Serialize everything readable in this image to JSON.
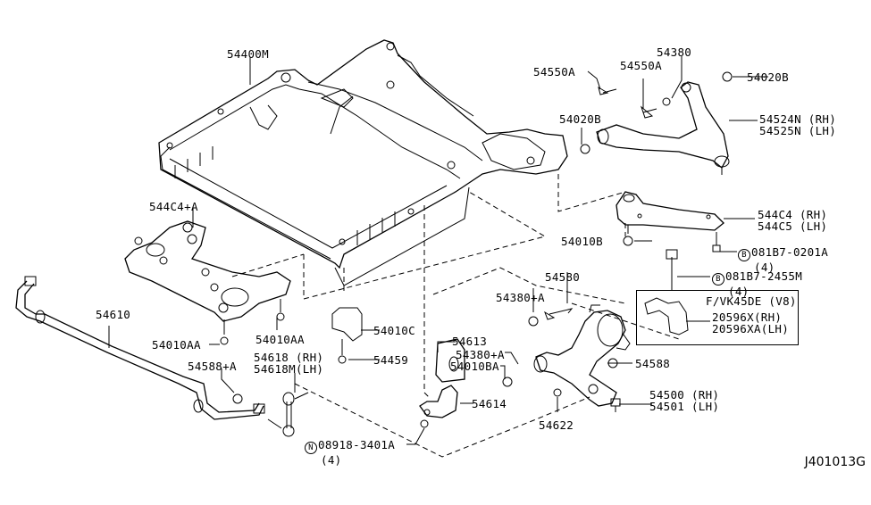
{
  "diagram": {
    "title_code": "J401013G",
    "labels": {
      "p54400M": "54400M",
      "p54550A_1": "54550A",
      "p54550A_2": "54550A",
      "p54380": "54380",
      "p54020B_1": "54020B",
      "p54020B_2": "54020B",
      "p54524N": "54524N (RH)",
      "p54525N": "54525N (LH)",
      "p544C4": "544C4 (RH)",
      "p544C5": "544C5 (LH)",
      "p54010B": "54010B",
      "bolt1_code": "081B7-0201A",
      "bolt1_qty": "(4)",
      "bolt2_code": "081B7-2455M",
      "bolt2_qty": "(4)",
      "bolt_prefix": "B",
      "p544C4A": "544C4+A",
      "p54610": "54610",
      "p54010AA_1": "54010AA",
      "p54010AA_2": "54010AA",
      "p54010C": "54010C",
      "p54459": "54459",
      "p54618": "54618 (RH)",
      "p54618M": "54618M(LH)",
      "p54588A": "54588+A",
      "p54613": "54613",
      "p54380A_1": "54380+A",
      "p54380A_2": "54380+A",
      "p54010BA": "54010BA",
      "p54614": "54614",
      "p54580": "54580",
      "p54588": "54588",
      "p54622": "54622",
      "p54500": "54500 (RH)",
      "p54501": "54501 (LH)",
      "nut_prefix": "N",
      "nut_code": "08918-3401A",
      "nut_qty": "(4)"
    },
    "note_box": {
      "title": "F/VK45DE (V8)",
      "line1": "20596X(RH)",
      "line2": "20596XA(LH)"
    }
  }
}
